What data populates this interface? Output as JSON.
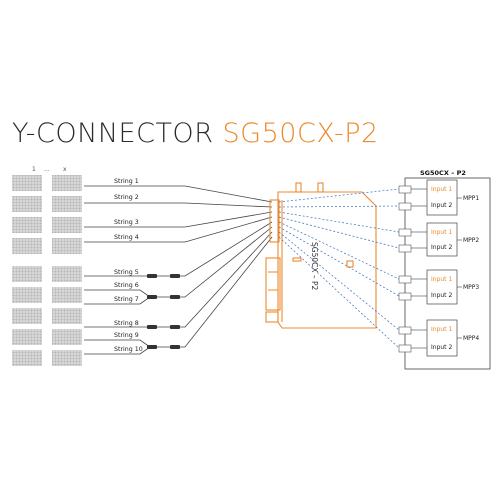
{
  "title": {
    "prefix": "Y-CONNECTOR",
    "model": "SG50CX-P2"
  },
  "panel_header": {
    "first": "1",
    "dots": "...",
    "last": "x"
  },
  "strings": [
    "String 1",
    "String 2",
    "String 3",
    "String 4",
    "String 5",
    "String 6",
    "String 7",
    "String 8",
    "String 9",
    "String 10"
  ],
  "inverter": {
    "label": "SG50CX – P2"
  },
  "schematic": {
    "title": "SG50CX – P2",
    "mppts": [
      {
        "name": "MPP1",
        "input1": "Input 1",
        "input2": "Input 2"
      },
      {
        "name": "MPP2",
        "input1": "Input 1",
        "input2": "Input 2"
      },
      {
        "name": "MPP3",
        "input1": "Input 1",
        "input2": "Input 2"
      },
      {
        "name": "MPP4",
        "input1": "Input 1",
        "input2": "Input 2"
      }
    ]
  },
  "colors": {
    "accent": "#ec8a2f",
    "text": "#2b2b2b",
    "dashed_line": "#3a6fc4",
    "panel_cell": "#b8b8b8"
  }
}
